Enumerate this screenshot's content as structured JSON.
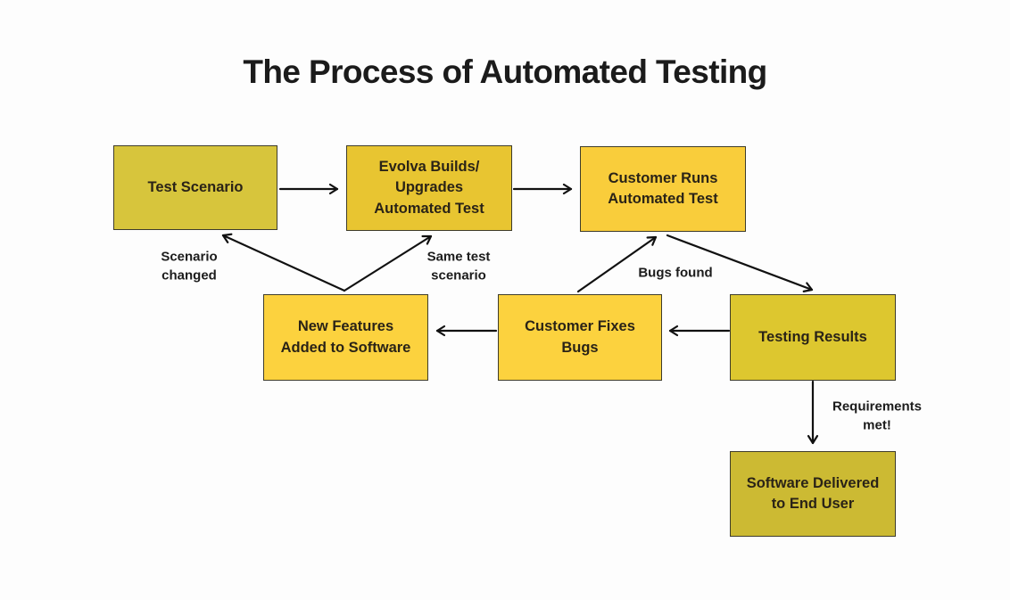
{
  "title": "The Process of Automated Testing",
  "colors": {
    "background": "#fdfdfd",
    "title_text": "#1b1b1b",
    "node_border": "#3e3c2b",
    "node_text": "#2a2317",
    "arrow": "#111111",
    "edge_label_text": "#1c1c1c"
  },
  "nodes": {
    "test_scenario": {
      "label": "Test Scenario",
      "fill": "#d7c53c"
    },
    "evolva_builds": {
      "label": "Evolva Builds/\nUpgrades\nAutomated Test",
      "fill": "#e8c531"
    },
    "customer_runs": {
      "label": "Customer Runs\nAutomated Test",
      "fill": "#f9cd3b"
    },
    "new_features": {
      "label": "New Features\nAdded to Software",
      "fill": "#fcd23e"
    },
    "customer_fixes": {
      "label": "Customer Fixes\nBugs",
      "fill": "#fcd23e"
    },
    "testing_results": {
      "label": "Testing Results",
      "fill": "#ddc72f"
    },
    "software_delivered": {
      "label": "Software Delivered\nto End User",
      "fill": "#ccba33"
    }
  },
  "edge_labels": {
    "scenario_changed": "Scenario\nchanged",
    "same_test_scenario": "Same test\nscenario",
    "bugs_found": "Bugs found",
    "requirements_met": "Requirements\nmet!"
  },
  "connections": [
    {
      "from": "test_scenario",
      "to": "evolva_builds",
      "label": ""
    },
    {
      "from": "evolva_builds",
      "to": "customer_runs",
      "label": ""
    },
    {
      "from": "customer_runs",
      "to": "testing_results",
      "label": ""
    },
    {
      "from": "testing_results",
      "to": "customer_fixes",
      "label": ""
    },
    {
      "from": "customer_fixes",
      "to": "new_features",
      "label": ""
    },
    {
      "from": "customer_fixes",
      "to": "customer_runs",
      "label": "Bugs found"
    },
    {
      "from": "new_features",
      "to": "test_scenario",
      "label": "Scenario changed"
    },
    {
      "from": "new_features",
      "to": "evolva_builds",
      "label": "Same test scenario"
    },
    {
      "from": "testing_results",
      "to": "software_delivered",
      "label": "Requirements met!"
    }
  ]
}
